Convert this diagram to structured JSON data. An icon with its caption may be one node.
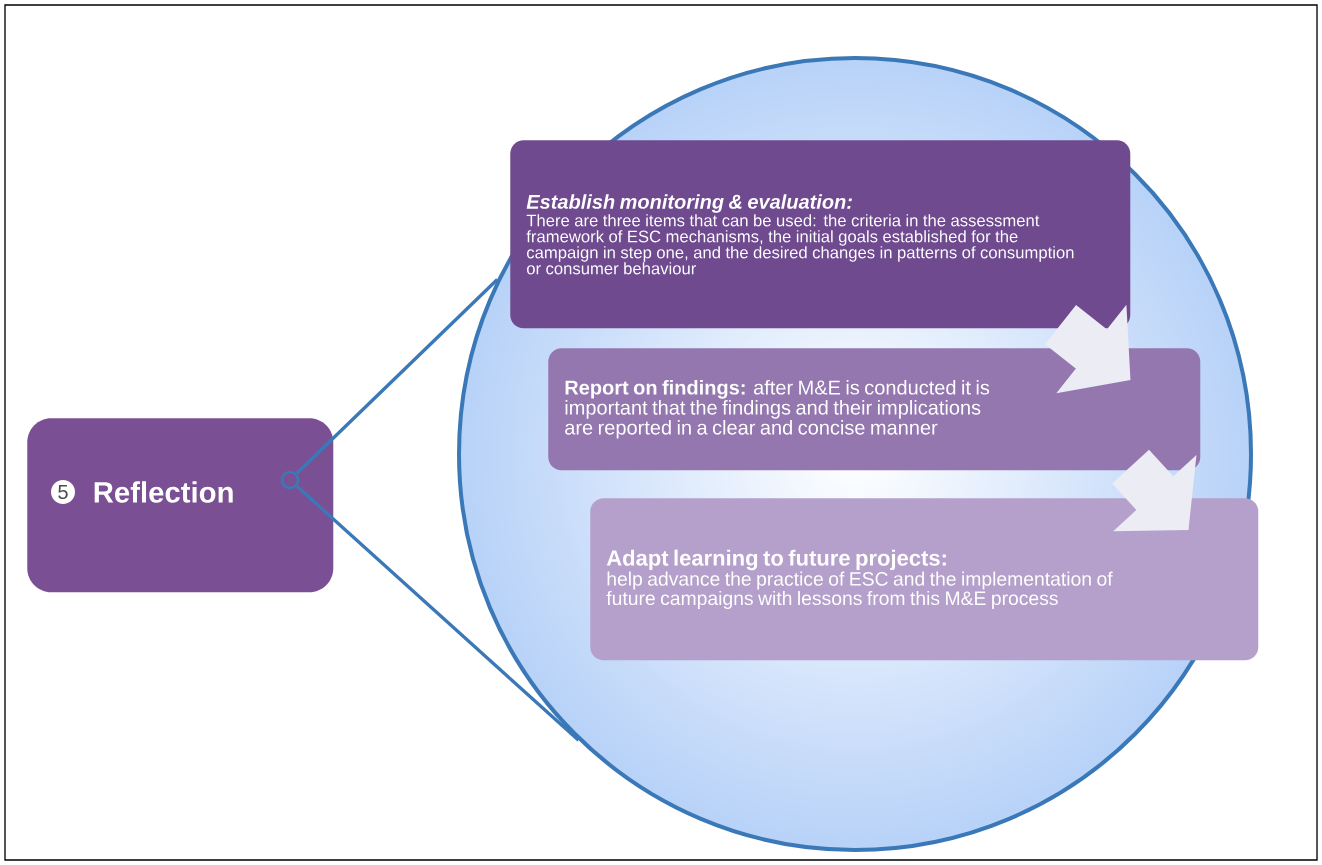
{
  "diagram": {
    "nodes": [
      {
        "text": [
          "5",
          "Reflection"
        ]
      },
      {
        "text": [],
        "shape": "circle",
        "in": 0
      },
      {
        "text": [],
        "shape": "circle"
      },
      {
        "text": [
          "Establish monitoring & evaluation:",
          "There are three items that can be used: the criteria in the assessment framework of ESC mechanisms, the initial goals established for the campaign in step one, and the desired changes in patterns of consumption or consumer behaviour"
        ],
        "in": 2
      },
      {
        "text": [
          "**Report on findings:** after M&E is conducted it is important that the findings and their implications are reported in a clear and concise manner"
        ],
        "in": 2
      },
      {
        "text": [
          "Adapt learning to future projects:",
          "help advance the practice of ESC and the implementation of future campaigns with lessons from this M&E process"
        ],
        "in": 2
      }
    ],
    "edges": [
      {
        "from": 1,
        "to": 2,
        "arrow": "none"
      },
      {
        "from": 1,
        "to": 2,
        "arrow": "none"
      },
      {
        "from": 3,
        "to": 4,
        "arrow": "to",
        "style": "thick",
        "color": "#ececf4"
      },
      {
        "from": 4,
        "to": 5,
        "arrow": "to",
        "style": "thick",
        "color": "#ececf4"
      }
    ]
  }
}
